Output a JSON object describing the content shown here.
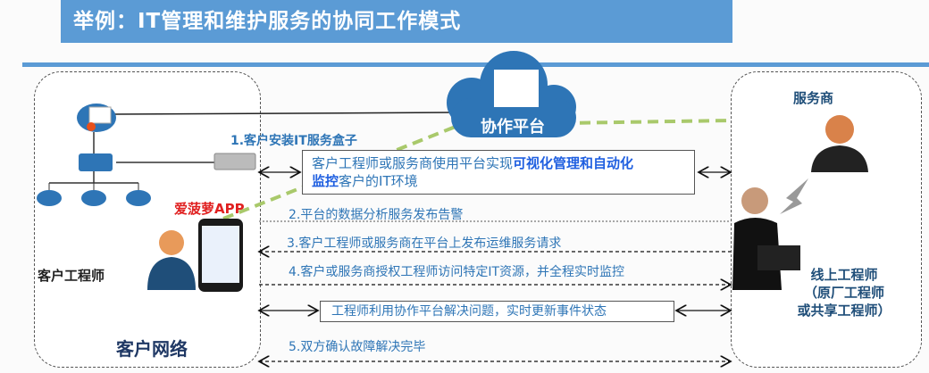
{
  "title": "举例：IT管理和维护服务的协同工作模式",
  "cloud_label": "协作平台",
  "left": {
    "app_label": "爱菠萝APP",
    "engineer_label": "客户工程师",
    "network_label": "客户网络"
  },
  "right": {
    "provider_label": "服务商",
    "online_label": "线上工程师",
    "online_sub1": "（原厂工程师",
    "online_sub2": "或共享工程师）"
  },
  "steps": {
    "s1": "1.客户安装IT服务盒子",
    "box1_a": "客户工程师或服务商使用平台实现",
    "box1_b": "可视化管理和自动化",
    "box1_c": "监控",
    "box1_d": "客户的IT环境",
    "s2": "2.平台的数据分析服务发布告警",
    "s3": "3.客户工程师或服务商在平台上发布运维服务请求",
    "s4": "4.客户或服务商授权工程师访问特定IT资源，并全程实时监控",
    "box2": "工程师利用协作平台解决问题，实时更新事件状态",
    "s5": "5.双方确认故障解决完毕"
  },
  "colors": {
    "accent": "#5b9bd5",
    "text_blue": "#2e75b6",
    "app_red": "#e02020",
    "dash_green": "#a9c96b"
  }
}
